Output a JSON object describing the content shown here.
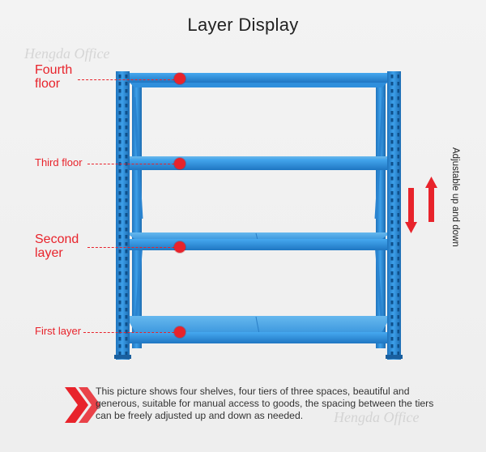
{
  "title": "Layer Display",
  "watermark": "Hengda Office",
  "layers": {
    "fourth": [
      "Fourth",
      "floor"
    ],
    "third": "Third floor",
    "second": [
      "Second",
      "layer"
    ],
    "first": "First layer"
  },
  "side_text": "Adjustable up and down",
  "description": "This picture shows four shelves, four tiers of three spaces, beautiful and generous, suitable for manual access to goods, the spacing between the tiers can be freely adjusted up and down as needed.",
  "colors": {
    "accent_red": "#e8232b",
    "shelf_blue": "#2a8ad6",
    "background": "#f1f1f1"
  },
  "icons": {
    "arrows": "double-chevron-right-icon",
    "adjust": "up-down-arrow-icon"
  }
}
